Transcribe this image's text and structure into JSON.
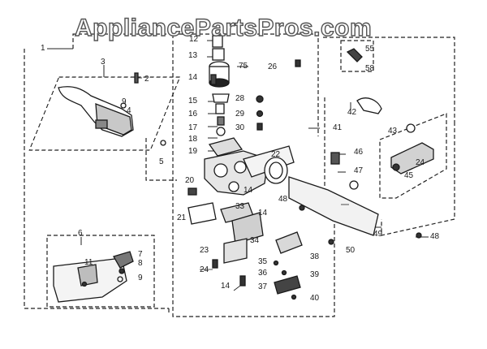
{
  "watermark": "AppliancePartsPros.com",
  "part_labels": {
    "p1": "1",
    "p2": "2",
    "p3": "3",
    "p4": "4",
    "p5": "5",
    "p6": "6",
    "p7": "7",
    "p8": "8",
    "p9": "9",
    "p9b": "9",
    "p11": "11",
    "p12": "12",
    "p13": "13",
    "p14a": "14",
    "p14b": "14",
    "p14c": "14",
    "p14d": "14",
    "p15": "15",
    "p16": "16",
    "p17": "17",
    "p18": "18",
    "p19": "19",
    "p20": "20",
    "p21": "21",
    "p22": "22",
    "p23": "23",
    "p24a": "24",
    "p24b": "24",
    "p26": "26",
    "p28": "28",
    "p29": "29",
    "p30": "30",
    "p33": "33",
    "p34": "34",
    "p35": "35",
    "p36": "36",
    "p37": "37",
    "p38": "38",
    "p39": "39",
    "p40": "40",
    "p41": "41",
    "p42": "42",
    "p43": "43",
    "p45": "45",
    "p46": "46",
    "p47": "47",
    "p48a": "48",
    "p48b": "48",
    "p49": "49",
    "p50": "50",
    "p55": "55",
    "p58": "58",
    "p75": "75"
  }
}
